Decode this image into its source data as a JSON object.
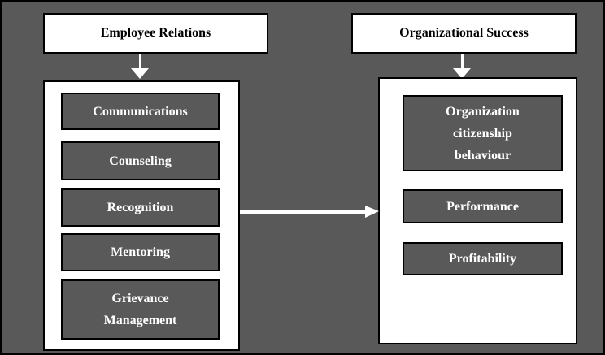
{
  "colors": {
    "canvas_bg": "#595959",
    "panel_bg": "#ffffff",
    "node_bg": "#595959",
    "border": "#000000",
    "node_text": "#ffffff",
    "header_text": "#000000",
    "arrow": "#ffffff"
  },
  "left_panel": {
    "header": "Employee Relations",
    "items": [
      "Communications",
      "Counseling",
      "Recognition",
      "Mentoring",
      "Grievance Management"
    ]
  },
  "right_panel": {
    "header": "Organizational Success",
    "items": [
      "Organization citizenship behaviour",
      "Performance",
      "Profitability"
    ]
  },
  "icons": {
    "left_connector": "arrow-down-icon",
    "right_connector": "arrow-down-icon",
    "flow_connector": "arrow-right-icon"
  }
}
